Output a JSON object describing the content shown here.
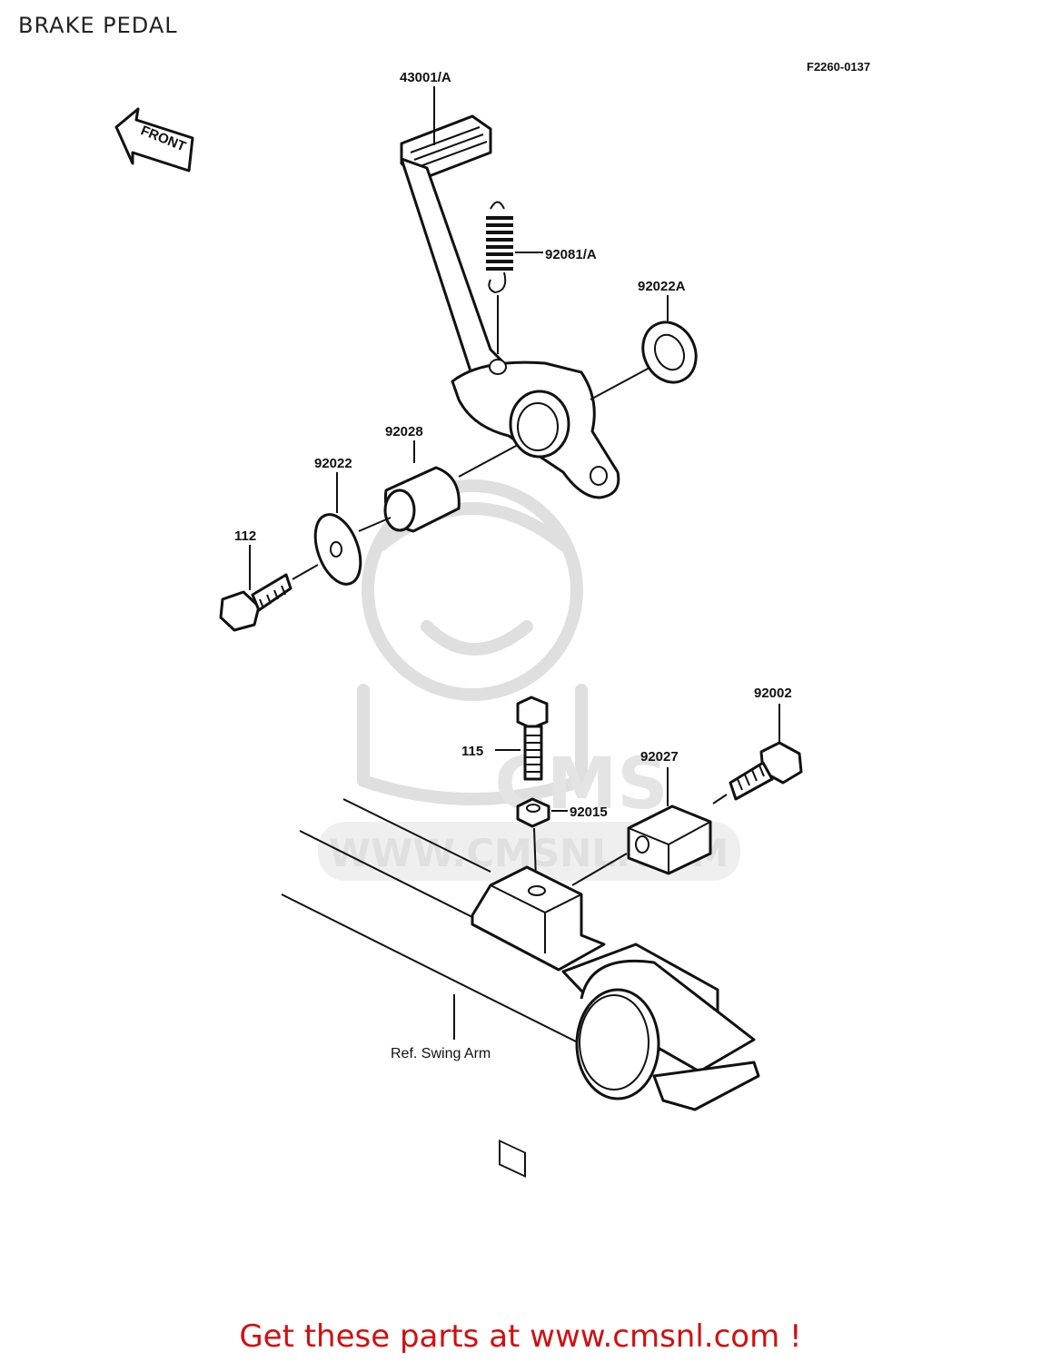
{
  "page": {
    "title": "BRAKE PEDAL",
    "figure_code": "F2260-0137"
  },
  "orientation": {
    "arrow_label": "FRONT",
    "icon": "front-arrow-icon"
  },
  "parts": [
    {
      "number": "43001/A"
    },
    {
      "number": "92081/A"
    },
    {
      "number": "92022A"
    },
    {
      "number": "92028"
    },
    {
      "number": "92022"
    },
    {
      "number": "112"
    },
    {
      "number": "115"
    },
    {
      "number": "92015"
    },
    {
      "number": "92027"
    },
    {
      "number": "92002"
    }
  ],
  "reference": {
    "swing_arm_label": "Ref. Swing Arm"
  },
  "watermark": {
    "text": "WWW.CMSNL.COM",
    "logo_text": "CMS",
    "icon": "cms-mascot-watermark"
  },
  "footer": {
    "cta": "Get these parts at www.cmsnl.com !",
    "color": "#d01010"
  }
}
